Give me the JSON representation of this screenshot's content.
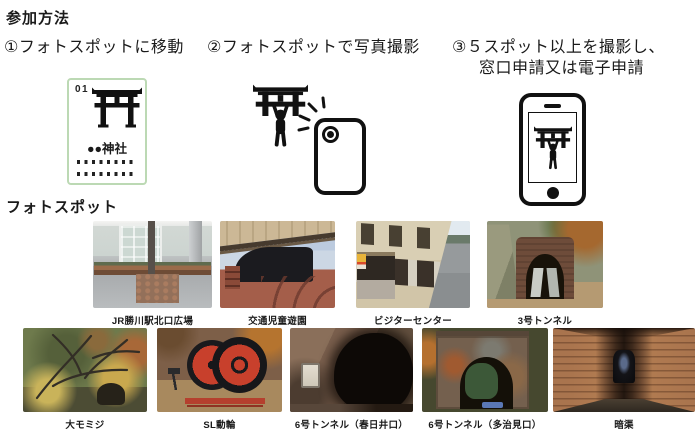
{
  "page": {
    "title": "参加方法",
    "section_title": "フォトスポット",
    "ink_color": "#1a1a1a",
    "background_color": "#ffffff"
  },
  "steps": [
    {
      "label": "①フォトスポットに移動"
    },
    {
      "label": "②フォトスポットで写真撮影"
    },
    {
      "label": "③５スポット以上を撮影し、",
      "label_line2": "窓口申請又は電子申請"
    }
  ],
  "spot_card": {
    "number": "01",
    "name": "●●神社",
    "border_color": "#bcd9b4"
  },
  "icons": {
    "torii_icon": "⛩",
    "hanging_person_icon": "🙋",
    "camera_flash_icon": "✶",
    "phone_back_camera_icon": "📷",
    "smartphone_icon": "📱"
  },
  "photo_spots": {
    "row1": [
      {
        "caption": "JR勝川駅北口広場"
      },
      {
        "caption": "交通児童遊園"
      },
      {
        "caption": "ビジターセンター"
      },
      {
        "caption": "3号トンネル"
      }
    ],
    "row2": [
      {
        "caption": "大モミジ"
      },
      {
        "caption": "SL動輪"
      },
      {
        "caption": "6号トンネル（春日井口）"
      },
      {
        "caption": "6号トンネル（多治見口）"
      },
      {
        "caption": "暗渠"
      }
    ]
  }
}
